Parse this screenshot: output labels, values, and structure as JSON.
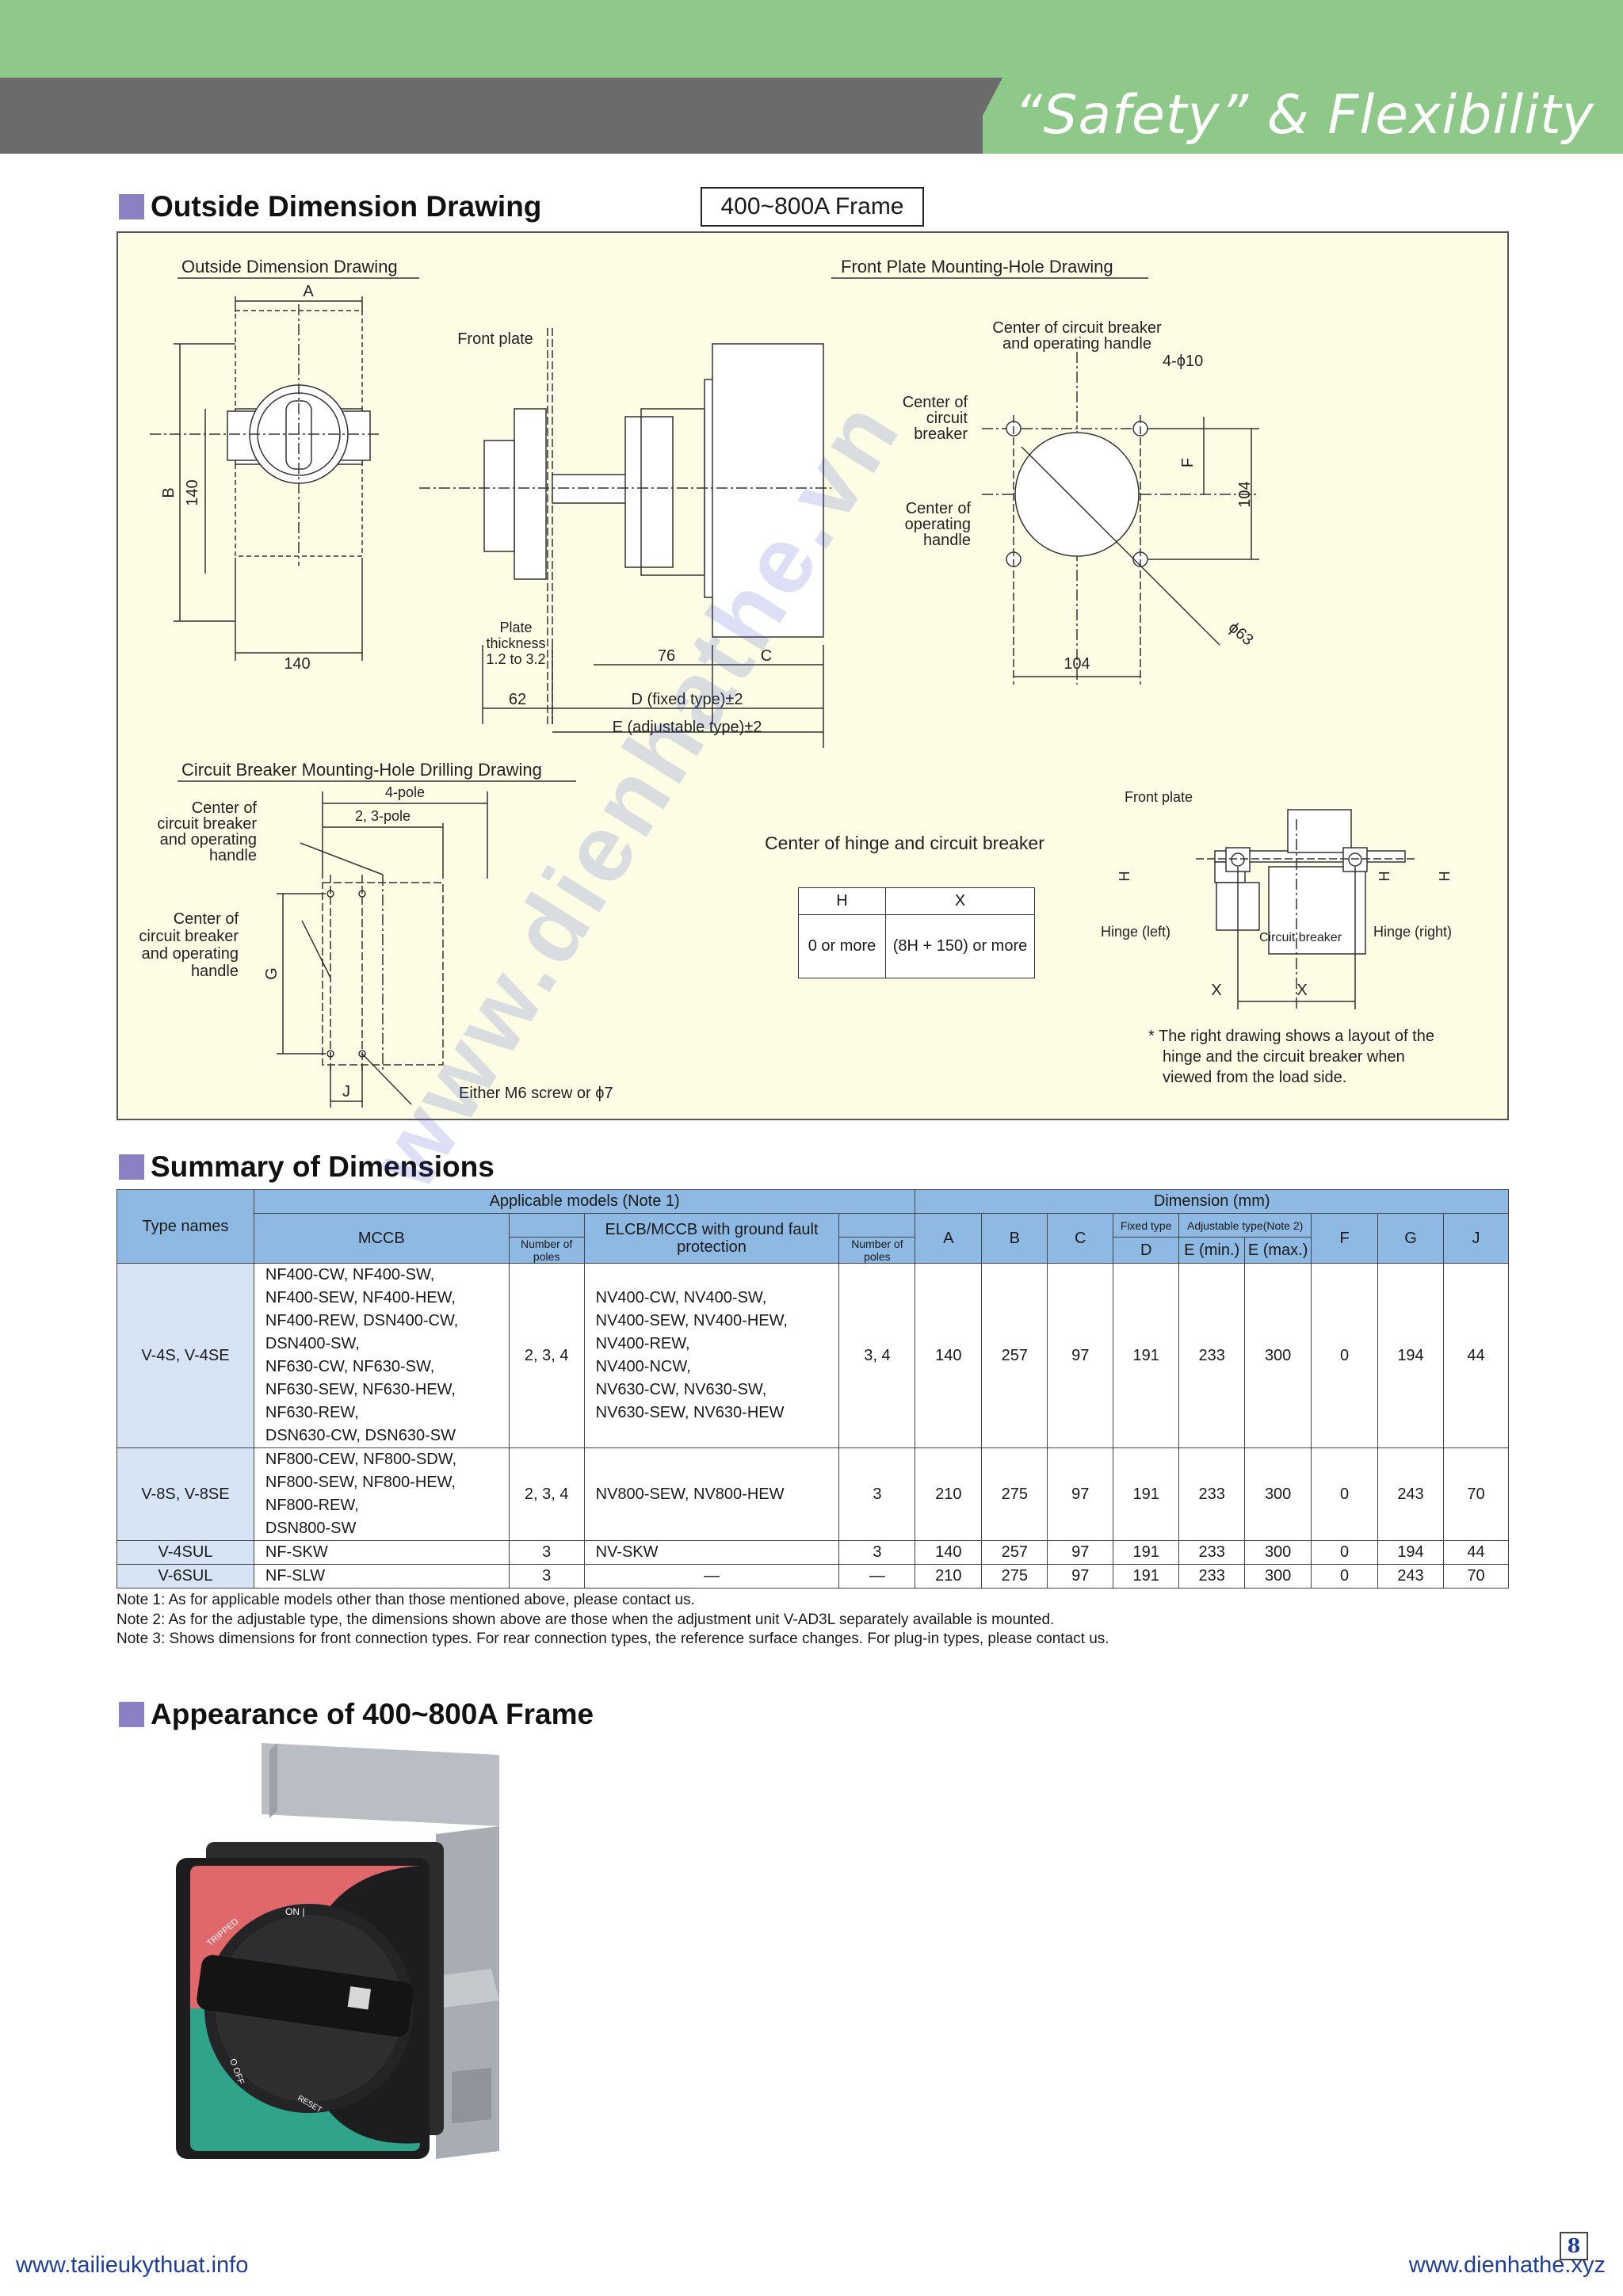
{
  "header": {
    "slogan": "“Safety” & Flexibility"
  },
  "sections": {
    "outside": "Outside Dimension Drawing",
    "frame_badge": "400~800A Frame",
    "summary": "Summary of Dimensions",
    "appearance": "Appearance of 400~800A Frame"
  },
  "drawing": {
    "outside_title": "Outside Dimension Drawing",
    "front_plate_title": "Front Plate Mounting-Hole Drawing",
    "drilling_title": "Circuit Breaker Mounting-Hole Drilling Drawing",
    "hinge_title": "Center of hinge and circuit breaker",
    "labels": {
      "A": "A",
      "B": "B",
      "dim140v": "140",
      "dim140h": "140",
      "front_plate": "Front plate",
      "plate_thickness_1": "Plate",
      "plate_thickness_2": "thickness",
      "plate_thickness_3": "1.2 to 3.2",
      "dim76": "76",
      "C": "C",
      "dim62": "62",
      "D_fixed": "D (fixed type)±2",
      "E_adj": "E (adjustable type)±2",
      "center_cb_handle_1": "Center of circuit breaker",
      "center_cb_handle_2": "and operating handle",
      "holes": "4-ϕ10",
      "center_cb_1": "Center of",
      "center_cb_2": "circuit",
      "center_cb_3": "breaker",
      "center_oh_1": "Center of",
      "center_oh_2": "operating",
      "center_oh_3": "handle",
      "F": "F",
      "dim104v": "104",
      "dim104h": "104",
      "dia63": "ϕ63",
      "pole4": "4-pole",
      "pole23": "2, 3-pole",
      "dc1_1": "Center of",
      "dc1_2": "circuit breaker",
      "dc1_3": "and operating",
      "dc1_4": "handle",
      "dc2_1": "Center of",
      "dc2_2": "circuit breaker",
      "dc2_3": "and operating",
      "dc2_4": "handle",
      "G": "G",
      "J": "J",
      "screw": "Either M6 screw or ϕ7",
      "hinge_front_plate": "Front plate",
      "H": "H",
      "hinge_left": "Hinge (left)",
      "hinge_right": "Hinge (right)",
      "cb": "Circuit breaker",
      "X": "X",
      "note_1": "* The right drawing shows a layout of the",
      "note_2": "hinge and the circuit breaker when",
      "note_3": "viewed from the load side."
    },
    "hx_table": {
      "h_head": "H",
      "x_head": "X",
      "h_val": "0 or more",
      "x_val": "(8H + 150) or more"
    }
  },
  "summary_table": {
    "type_names": "Type names",
    "applicable": "Applicable models (Note 1)",
    "dimension": "Dimension (mm)",
    "mccb": "MCCB",
    "elcb": "ELCB/MCCB with ground fault protection",
    "num_poles": "Number of poles",
    "cols": {
      "A": "A",
      "B": "B",
      "C": "C",
      "fixed": "Fixed type",
      "adjustable": "Adjustable type(Note 2)",
      "D": "D",
      "Emin": "E (min.)",
      "Emax": "E (max.)",
      "F": "F",
      "G": "G",
      "J": "J"
    },
    "rows": [
      {
        "type": "V-4S, V-4SE",
        "mccb": [
          "NF400-CW, NF400-SW,",
          "NF400-SEW, NF400-HEW,",
          "NF400-REW, DSN400-CW,",
          "DSN400-SW,",
          "NF630-CW, NF630-SW,",
          "NF630-SEW, NF630-HEW,",
          "NF630-REW,",
          "DSN630-CW, DSN630-SW"
        ],
        "mccb_poles": "2, 3, 4",
        "elcb": [
          "NV400-CW, NV400-SW,",
          "NV400-SEW, NV400-HEW,",
          "NV400-REW,",
          "NV400-NCW,",
          "NV630-CW, NV630-SW,",
          "NV630-SEW, NV630-HEW"
        ],
        "elcb_poles": "3, 4",
        "A": "140",
        "B": "257",
        "C": "97",
        "D": "191",
        "Emin": "233",
        "Emax": "300",
        "F": "0",
        "G": "194",
        "J": "44"
      },
      {
        "type": "V-8S, V-8SE",
        "mccb": [
          "NF800-CEW, NF800-SDW,",
          "NF800-SEW, NF800-HEW,",
          "NF800-REW,",
          "DSN800-SW"
        ],
        "mccb_poles": "2, 3, 4",
        "elcb": [
          "NV800-SEW, NV800-HEW"
        ],
        "elcb_poles": "3",
        "A": "210",
        "B": "275",
        "C": "97",
        "D": "191",
        "Emin": "233",
        "Emax": "300",
        "F": "0",
        "G": "243",
        "J": "70"
      },
      {
        "type": "V-4SUL",
        "mccb": [
          "NF-SKW"
        ],
        "mccb_poles": "3",
        "elcb": [
          "NV-SKW"
        ],
        "elcb_poles": "3",
        "A": "140",
        "B": "257",
        "C": "97",
        "D": "191",
        "Emin": "233",
        "Emax": "300",
        "F": "0",
        "G": "194",
        "J": "44"
      },
      {
        "type": "V-6SUL",
        "mccb": [
          "NF-SLW"
        ],
        "mccb_poles": "3",
        "elcb": [
          "—"
        ],
        "elcb_poles": "—",
        "A": "210",
        "B": "275",
        "C": "97",
        "D": "191",
        "Emin": "233",
        "Emax": "300",
        "F": "0",
        "G": "243",
        "J": "70"
      }
    ]
  },
  "notes": [
    "Note 1: As for applicable models other than those mentioned above, please contact us.",
    "Note 2: As for the adjustable type, the dimensions shown above are those when the adjustment unit V-AD3L separately available is mounted.",
    "Note 3: Shows dimensions for front connection types.  For rear connection types, the reference surface changes.  For plug-in types, please contact us."
  ],
  "photo": {
    "on": "ON |",
    "tripped": "TRIPPED",
    "off": "O OFF",
    "reset": "RESET"
  },
  "footer": {
    "left": "www.tailieukythuat.info",
    "right": "www.dienhathe.xyz",
    "page": "8"
  },
  "watermark": "www.dienhathe.vn",
  "colors": {
    "green": "#8fc98a",
    "gray": "#6b6b6b",
    "section_square": "#8a80c2",
    "table_header": "#8db9e3",
    "type_cell": "#d6e4f5",
    "drawing_bg": "#fdfde6"
  }
}
